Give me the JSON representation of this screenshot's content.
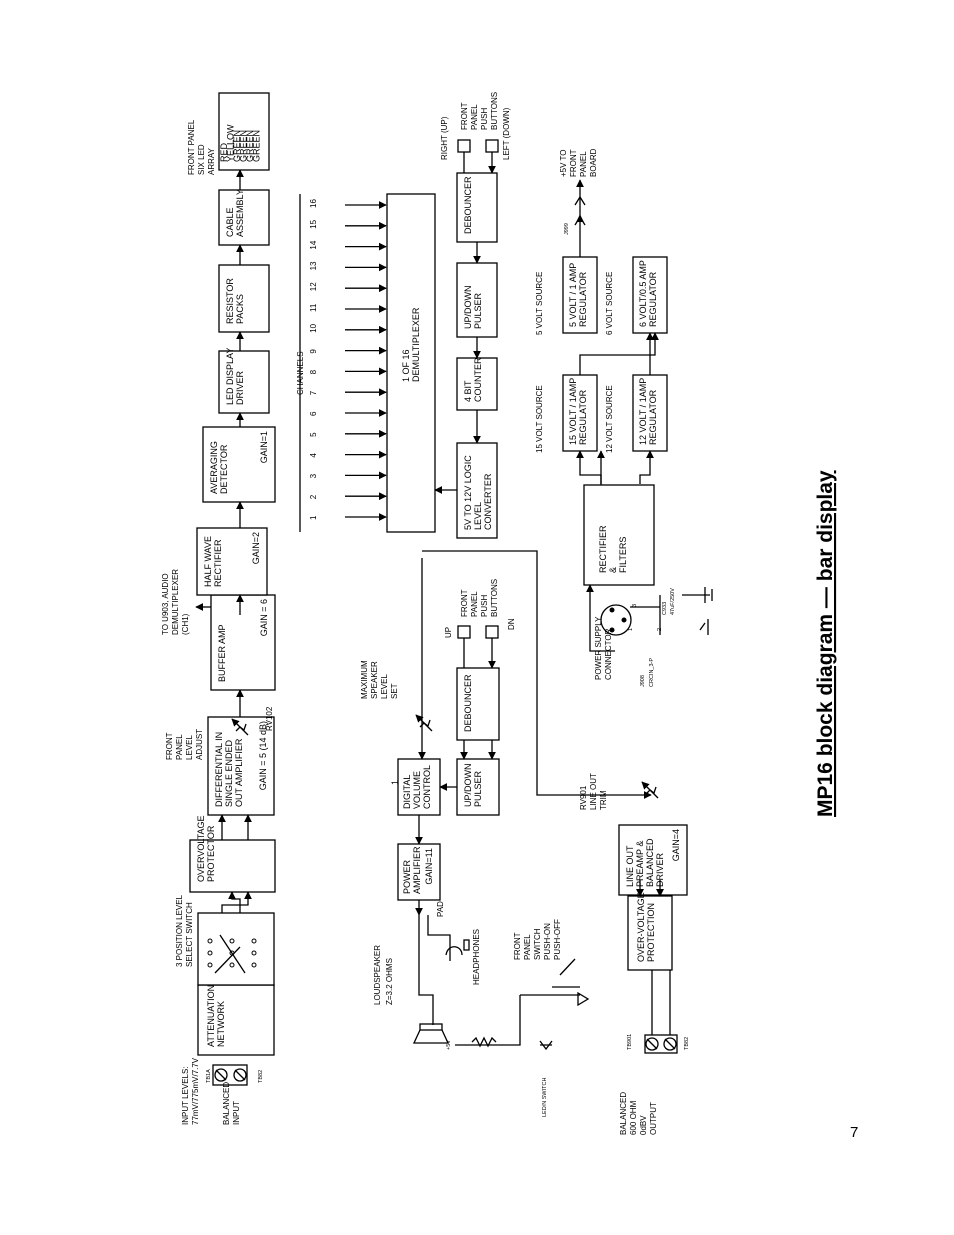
{
  "title": "MP16 block diagram — bar display",
  "page_number": "7",
  "blocks": {
    "attenuation": [
      "ATTENUATION",
      "NETWORK"
    ],
    "overvoltage_protector": [
      "OVERVOLTAGE",
      "PROTECTOR"
    ],
    "diff_amp": [
      "DIFFERENTIAL IN",
      "SINGLE ENDED",
      "OUT AMPLIFIER"
    ],
    "diff_amp_gain": "GAIN = 5 (14 dB)",
    "buffer_amp": "BUFFER AMP",
    "buffer_amp_gain": "GAIN = 6",
    "half_wave": [
      "HALF WAVE",
      "RECTIFIER"
    ],
    "half_wave_gain": "GAIN=2",
    "averaging": [
      "AVERAGING",
      "DETECTOR"
    ],
    "averaging_gain": "GAIN=1",
    "led_driver": [
      "LED DISPLAY",
      "DRIVER"
    ],
    "resistor_packs": [
      "RESISTOR",
      "PACKS"
    ],
    "cable_assembly": [
      "CABLE",
      "ASSEMBLY"
    ],
    "demux": [
      "1 OF 16",
      "DEMULTIPLEXER"
    ],
    "debouncer": "DEBOUNCER",
    "updown_pulser": [
      "UP/DOWN",
      "PULSER"
    ],
    "counter": [
      "4 BIT",
      "COUNTER"
    ],
    "level_converter": [
      "5V TO 12V LOGIC",
      "LEVEL",
      "CONVERTER"
    ],
    "digital_volume": [
      "DIGITAL",
      "VOLUME",
      "CONTROL"
    ],
    "power_amp": [
      "POWER",
      "AMPLIFIER"
    ],
    "power_amp_gain": "GAIN=11",
    "rectifier_filters": [
      "RECTIFIER",
      "&",
      "FILTERS"
    ],
    "reg15": [
      "15 VOLT / 1AMP",
      "REGULATOR"
    ],
    "reg12": [
      "12 VOLT / 1AMP",
      "REGULATOR"
    ],
    "reg5": [
      "5 VOLT / 1 AMP",
      "REGULATOR"
    ],
    "reg6": [
      "6 VOLT/0.5 AMP",
      "REGULATOR"
    ],
    "line_out": [
      "LINE OUT",
      "PREAMP &",
      "BALANCED",
      "DRIVER"
    ],
    "line_out_gain": "GAIN=4",
    "ov_protection": [
      "OVER-VOLTAGE",
      "PROTECTION"
    ],
    "power_connector": [
      "POWER SUPPLY",
      "CONNECTOR"
    ]
  },
  "labels": {
    "input_levels": [
      "INPUT LEVELS:",
      "77mV/775mV/7.7V"
    ],
    "balanced_input": [
      "BALANCED",
      "INPUT"
    ],
    "tb1a": "TB1A",
    "tb82": "TB82",
    "pos_switch": [
      "3 POSITION LEVEL",
      "SELECT SWITCH"
    ],
    "front_panel_level": [
      "FRONT",
      "PANEL",
      "LEVEL",
      "ADJUST"
    ],
    "rv102": "RV102",
    "to_u903": [
      "TO U903, AUDIO",
      "DEMULTIPLEXER",
      "(CH1)"
    ],
    "six_led": [
      "FRONT PANEL",
      "SIX LED",
      "ARRAY"
    ],
    "led_colors": [
      "RED",
      "YELLOW",
      "GREEN",
      "GREEN",
      "GREEN",
      "GREEN"
    ],
    "channels": "CHANNELS",
    "channel_numbers": [
      "1",
      "2",
      "3",
      "4",
      "5",
      "6",
      "7",
      "8",
      "9",
      "10",
      "11",
      "12",
      "13",
      "14",
      "15",
      "16"
    ],
    "right_up": "RIGHT (UP)",
    "left_down": "LEFT (DOWN)",
    "fp_buttons": [
      "FRONT",
      "PANEL",
      "PUSH",
      "BUTTONS"
    ],
    "up": "UP",
    "dn": "DN",
    "max_speaker": [
      "MAXIMUM",
      "SPEAKER",
      "LEVEL",
      "SET"
    ],
    "pad": "PAD",
    "headphones": "HEADPHONES",
    "loudspeaker": [
      "LOUDSPEAKER",
      "Z=3.2 OHMS"
    ],
    "fp_switch": [
      "FRONT",
      "PANEL",
      "SWITCH",
      "PUSH-ON",
      "PUSH-OFF"
    ],
    "led_switch": "LED/N SWITCH",
    "plus5v": "+5V",
    "rv901": [
      "RV901",
      "LINE OUT",
      "TRIM"
    ],
    "balanced_out": [
      "BALANCED",
      "600 OHM",
      "0dBV",
      "OUTPUT"
    ],
    "tb901": "TB901",
    "tb82b": "TB82",
    "j908": "J908",
    "crcin": "CRCIN_3-P",
    "c933": [
      "C933",
      "47uF/250V"
    ],
    "src15": "15 VOLT SOURCE",
    "src12": "12 VOLT SOURCE",
    "src5": "5 VOLT SOURCE",
    "src6": "6 VOLT SOURCE",
    "j999": "J999",
    "plus5v_front": [
      "+5V TO",
      "FRONT",
      "PANEL",
      "BOARD"
    ],
    "pin_1": "1",
    "pin_2": "2",
    "pin_3": "3"
  }
}
